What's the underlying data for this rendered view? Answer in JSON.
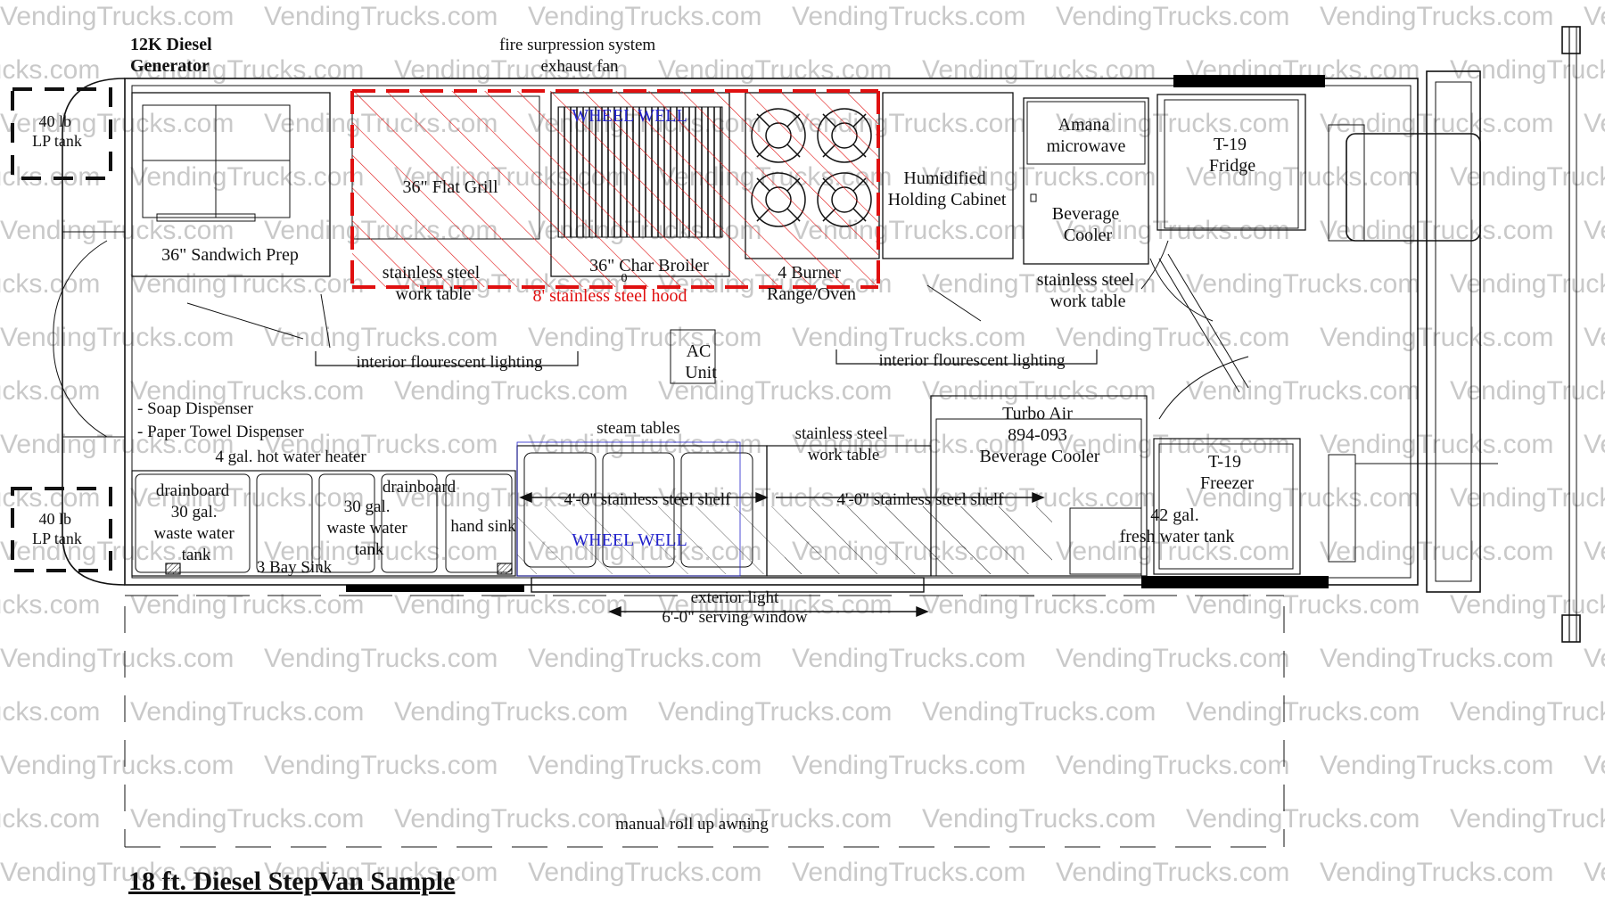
{
  "watermark": "VendingTrucks.com",
  "title": "18 ft. Diesel StepVan Sample",
  "colors": {
    "line": "#111111",
    "hood": "#e01010",
    "wheel_well": "#2222cc",
    "watermark": "#c9c9c9",
    "black_bar": "#000000"
  },
  "labels": {
    "generator": [
      "12K Diesel",
      "Generator"
    ],
    "fire_suppression": [
      "fire surpression system",
      "exhaust fan"
    ],
    "lp_tank_top": [
      "40 lb",
      "LP tank"
    ],
    "lp_tank_bottom": [
      "40 lb",
      "LP tank"
    ],
    "sandwich_prep": "36\" Sandwich Prep",
    "flat_grill": "36\" Flat Grill",
    "wheel_well_top": "WHEEL WELL",
    "char_broiler": "36\" Char Broiler",
    "range": [
      "4 Burner",
      "Range/Oven"
    ],
    "hood": "8' stainless steel hood",
    "work_table_left": [
      "stainless steel",
      "work table"
    ],
    "holding_cabinet": [
      "Humidified",
      "Holding Cabinet"
    ],
    "microwave": [
      "Amana",
      "microwave"
    ],
    "beverage_cooler": [
      "Beverage",
      "Cooler"
    ],
    "work_table_right": [
      "stainless steel",
      "work table"
    ],
    "fridge": [
      "T-19",
      "Fridge"
    ],
    "lighting_left": "interior flourescent lighting",
    "lighting_right": "interior flourescent lighting",
    "ac_unit": [
      "AC",
      "Unit"
    ],
    "soap": "- Soap Dispenser",
    "paper_towel": "- Paper Towel Dispenser",
    "hot_water": "4 gal. hot water heater",
    "drainboard_left": "drainboard",
    "drainboard_right": "drainboard",
    "waste_tank_left": [
      "30 gal.",
      "waste water",
      "tank"
    ],
    "waste_tank_right": [
      "30 gal.",
      "waste water",
      "tank"
    ],
    "three_bay_sink": "3 Bay Sink",
    "hand_sink": "hand sink",
    "steam_tables": "steam tables",
    "work_table_center": [
      "stainless steel",
      "work table"
    ],
    "shelf_left": "4'-0\" stainless steel shelf",
    "shelf_right": "4'-0\" stainless steel shelf",
    "wheel_well_bottom": "WHEEL WELL",
    "turbo_air": [
      "Turbo Air",
      "894-093",
      "Beverage Cooler"
    ],
    "freezer": [
      "T-19",
      "Freezer"
    ],
    "fresh_water": [
      "42 gal.",
      "fresh water tank"
    ],
    "exterior_light": "exterior light",
    "serving_window": "6'-0\" serving window",
    "awning": "manual roll up awning",
    "burner_symbol": "0"
  }
}
